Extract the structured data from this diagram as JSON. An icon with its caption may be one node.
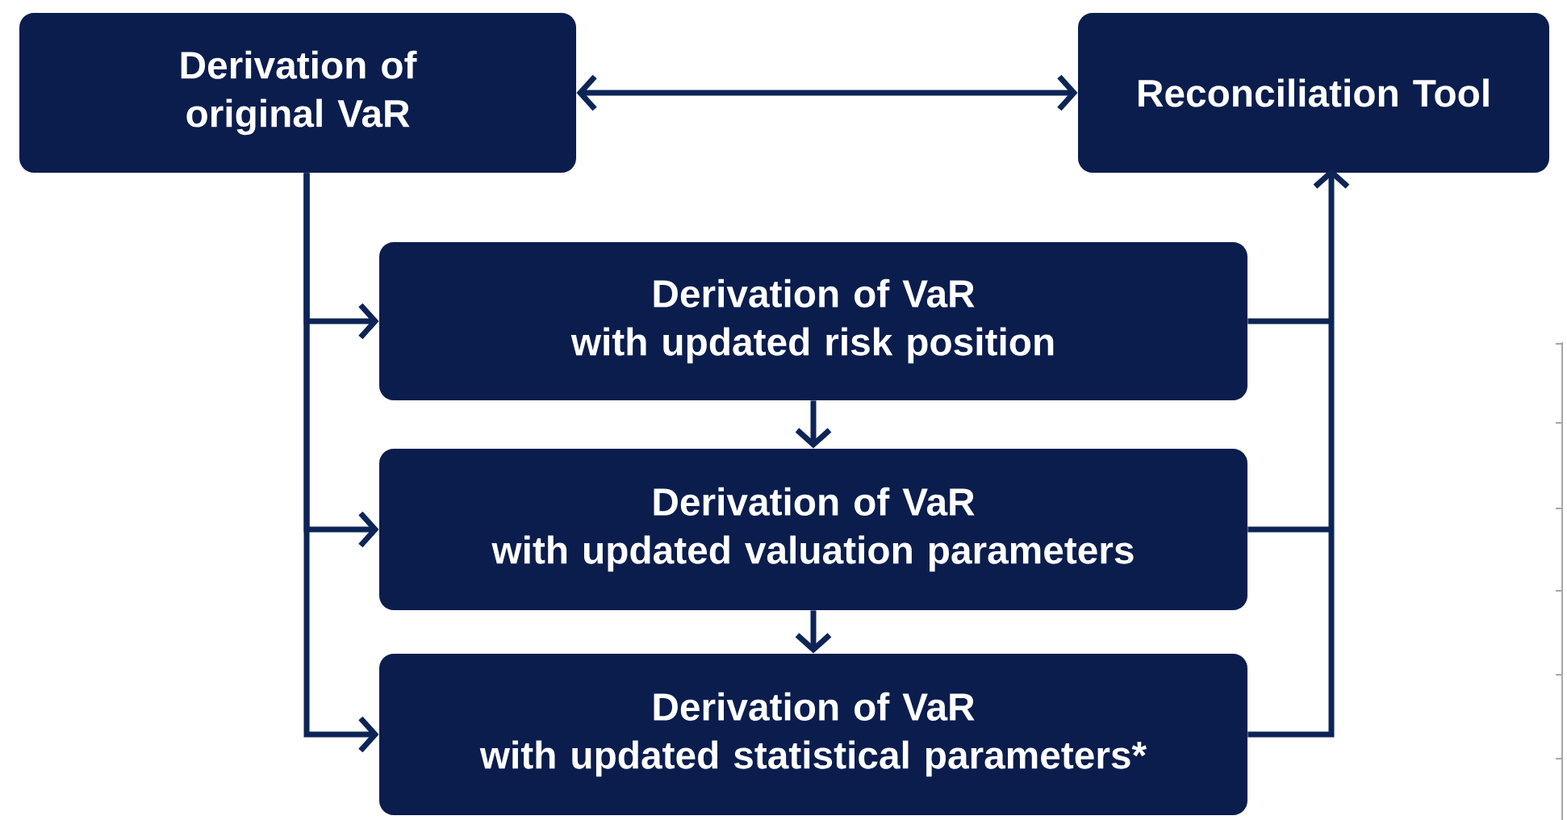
{
  "diagram": {
    "nodes": [
      {
        "text": [
          "Derivation of original VaR"
        ]
      },
      {
        "text": [
          "Reconciliation Tool"
        ]
      },
      {
        "text": [
          "Derivation of VaR",
          "with updated risk position"
        ]
      },
      {
        "text": [
          "Derivation of VaR",
          "with updated valuation parameters"
        ]
      },
      {
        "text": [
          "Derivation of VaR",
          "with updated statistical parameters*"
        ]
      }
    ],
    "edges": [
      {
        "from": 0,
        "to": 1,
        "arrow": "both"
      },
      {
        "from": 0,
        "to": 2,
        "arrow": "to"
      },
      {
        "from": 0,
        "to": 3,
        "arrow": "to"
      },
      {
        "from": 0,
        "to": 4,
        "arrow": "to"
      },
      {
        "from": 2,
        "to": 3,
        "arrow": "to"
      },
      {
        "from": 3,
        "to": 4,
        "arrow": "to"
      },
      {
        "from": 2,
        "to": 1,
        "arrow": "to"
      },
      {
        "from": 3,
        "to": 1,
        "arrow": "to"
      },
      {
        "from": 4,
        "to": 1,
        "arrow": "to"
      }
    ]
  }
}
